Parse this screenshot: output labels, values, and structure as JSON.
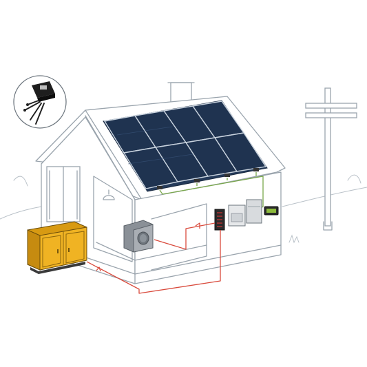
{
  "diagram": {
    "components": [
      {
        "id": "optimizer",
        "icon": "power-optimizer-icon"
      },
      {
        "id": "solar-array",
        "icon": "solar-panel-icon",
        "panels": 8
      },
      {
        "id": "generator",
        "icon": "generator-icon"
      },
      {
        "id": "washer",
        "icon": "washing-machine-icon"
      },
      {
        "id": "breaker",
        "icon": "breaker-panel-icon"
      },
      {
        "id": "inverter",
        "icon": "inverter-icon"
      },
      {
        "id": "battery",
        "icon": "battery-icon"
      },
      {
        "id": "meter",
        "icon": "energy-meter-icon"
      },
      {
        "id": "utility-pole",
        "icon": "utility-pole-icon"
      }
    ],
    "colors": {
      "outline": "#9aa4ad",
      "panel": "#1f3350",
      "dc_wire": "#7aa84c",
      "ac_wire": "#d94a3c",
      "generator": "#f0b323",
      "meter_display": "#8dbb3c"
    }
  }
}
